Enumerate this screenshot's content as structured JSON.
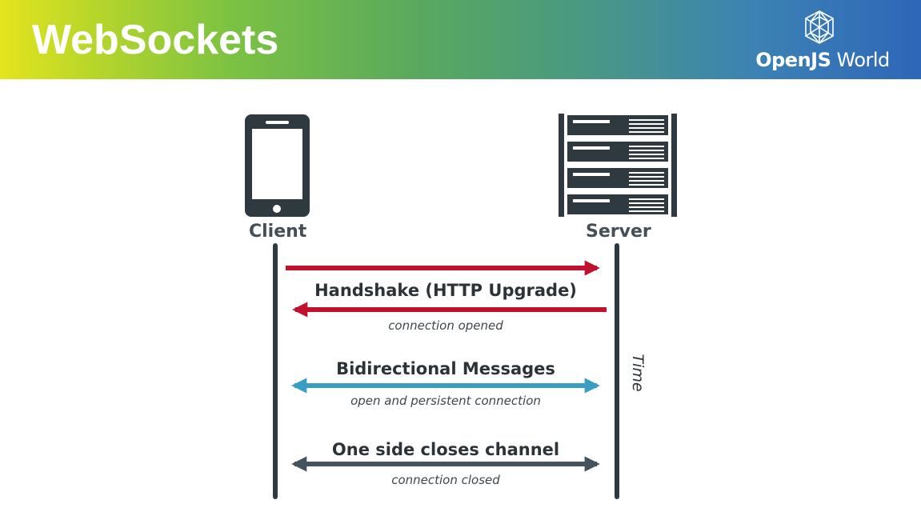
{
  "slide": {
    "title": "WebSockets",
    "logo": {
      "text_bold": "OpenJS",
      "text_regular": "World",
      "icon": "geodesic-globe-icon"
    }
  },
  "diagram": {
    "client": {
      "label": "Client",
      "icon": "phone-icon"
    },
    "server": {
      "label": "Server",
      "icon": "server-rack-icon"
    },
    "time_label": "Time",
    "messages": [
      {
        "label": "Handshake (HTTP Upgrade)",
        "caption": "connection opened",
        "color": "#c0122e"
      },
      {
        "label": "Bidirectional Messages",
        "caption": "open and persistent connection",
        "color": "#3a9ec2"
      },
      {
        "label": "One side closes channel",
        "caption": "connection closed",
        "color": "#44535e"
      }
    ],
    "colors": {
      "lifeline": "#2f3a40",
      "icon_dark": "#2f3a40"
    }
  }
}
